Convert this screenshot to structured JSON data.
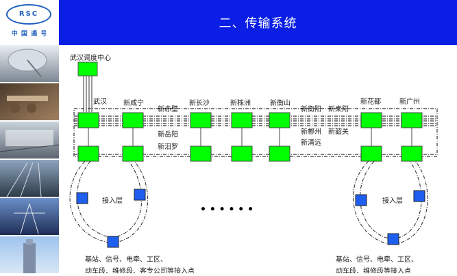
{
  "logo": {
    "text": "RSC",
    "subtitle": "中 国 通 号"
  },
  "title": "二、传输系统",
  "colors": {
    "title_bg": "#0a1ee6",
    "node": "#00ff00",
    "access_node": "#1f5ff0"
  },
  "diagram": {
    "center_label": "武汉调度中心",
    "stations": [
      "武汉",
      "新咸宁",
      "新长沙",
      "新株洲",
      "新衡山",
      "新花都",
      "新广州"
    ],
    "between_labels": {
      "xianning_changsha": [
        "新赤壁",
        "新岳阳",
        "新汨罗"
      ],
      "hengshan_huadu": [
        "新衡阳",
        "新耒阳",
        "新郴州",
        "新韶关",
        "新清远"
      ]
    },
    "access_layer_left": "接入层",
    "access_layer_right": "接入层",
    "ellipsis": "• • • • • •",
    "caption_left_line1": "基站、信号、电牵、工区、",
    "caption_left_line2": "动车段、维修段、客专公司等接入点",
    "caption_right_line1": "基站、信号、电牵、工区、",
    "caption_right_line2": "动车段、维修段等接入点"
  }
}
